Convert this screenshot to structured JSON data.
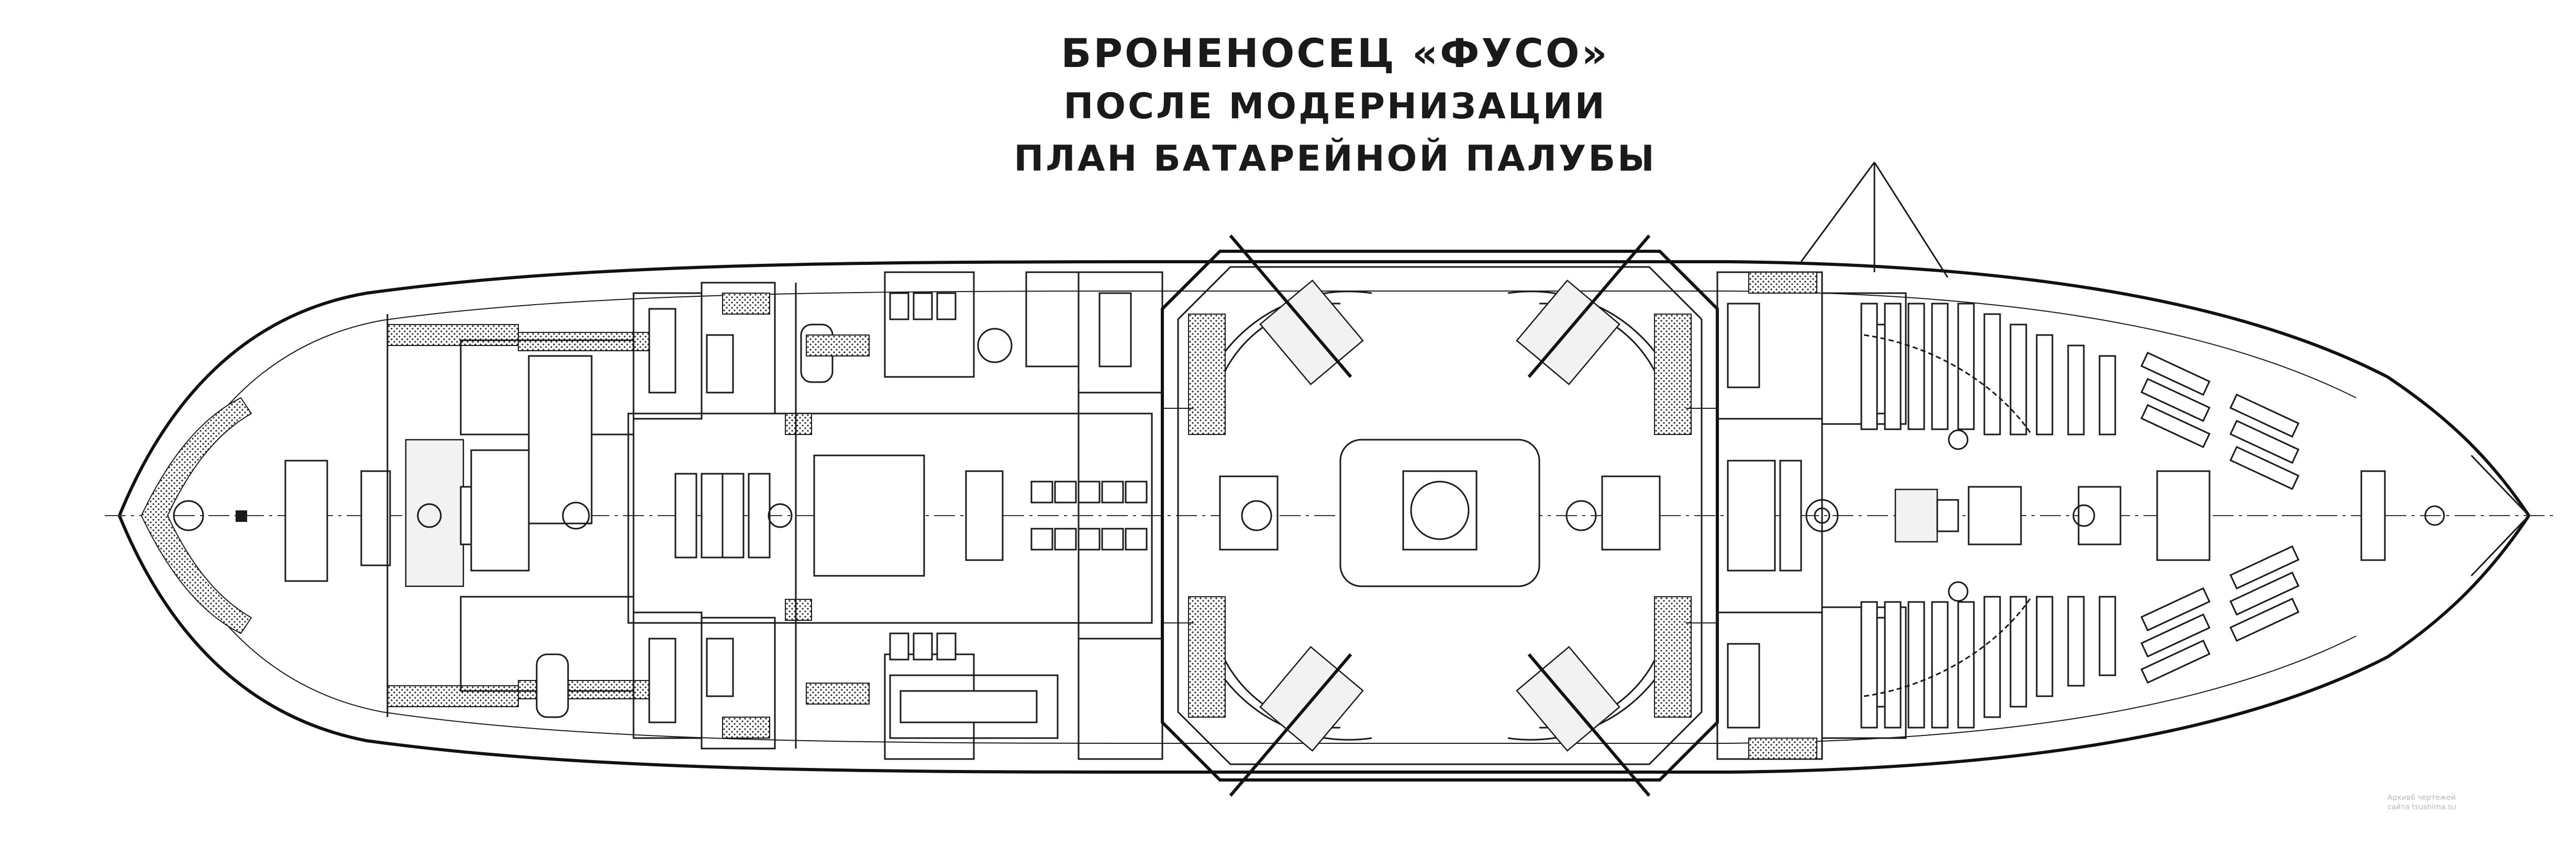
{
  "title": {
    "line1": "БРОНЕНОСЕЦ «ФУСО»",
    "line2": "ПОСЛЕ МОДЕРНИЗАЦИИ",
    "line3": "ПЛАН БАТАРЕЙНОЙ ПАЛУБЫ"
  },
  "watermark": {
    "line1": "Архив6 чертежей",
    "line2": "сайта tsushima.su"
  },
  "drawing": {
    "subject": "battery deck plan",
    "line_color": "#1a1a1a",
    "background": "#ffffff"
  }
}
